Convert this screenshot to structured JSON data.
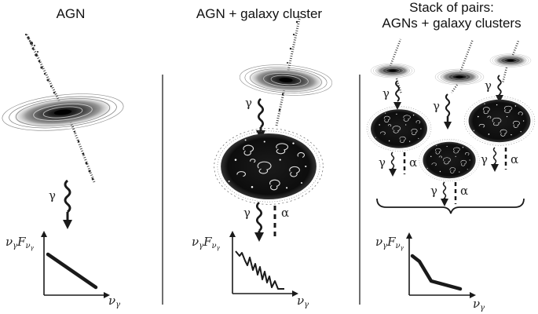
{
  "panels": [
    {
      "title": "AGN",
      "photon_label": "γ",
      "axis_y_main": "ν",
      "axis_y_sub": "γ",
      "axis_y_F": "F",
      "axis_y_Fsub": "ν",
      "axis_y_Fsubsub": "γ",
      "axis_x_main": "ν",
      "axis_x_sub": "γ"
    },
    {
      "title": "AGN + galaxy cluster",
      "photon_label": "γ",
      "alp_label": "α",
      "axis_y_main": "ν",
      "axis_y_sub": "γ",
      "axis_y_F": "F",
      "axis_y_Fsub": "ν",
      "axis_y_Fsubsub": "γ",
      "axis_x_main": "ν",
      "axis_x_sub": "γ"
    },
    {
      "title_line1": "Stack of pairs:",
      "title_line2": "AGNs + galaxy clusters",
      "photon_label": "γ",
      "alp_label": "α",
      "axis_y_main": "ν",
      "axis_y_sub": "γ",
      "axis_y_F": "F",
      "axis_y_Fsub": "ν",
      "axis_y_Fsubsub": "γ",
      "axis_x_main": "ν",
      "axis_x_sub": "γ"
    }
  ],
  "colors": {
    "ink": "#1a1a1a",
    "background": "#ffffff",
    "grey": "#7a7a7a"
  }
}
